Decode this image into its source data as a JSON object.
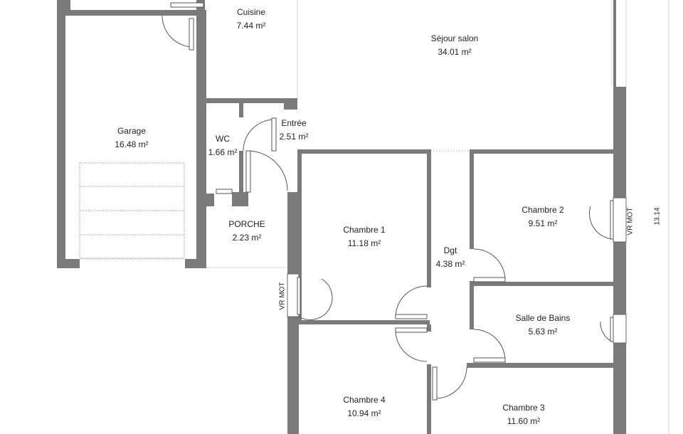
{
  "rooms": [
    {
      "name": "Cuisine",
      "area": "7.44 m²"
    },
    {
      "name": "Séjour salon",
      "area": "34.01 m²"
    },
    {
      "name": "Garage",
      "area": "16.48 m²"
    },
    {
      "name": "WC",
      "area": "1.66 m²"
    },
    {
      "name": "Entrée",
      "area": "2.51 m²"
    },
    {
      "name": "PORCHE",
      "area": "2.23 m²"
    },
    {
      "name": "Chambre 1",
      "area": "11.18 m²"
    },
    {
      "name": "Dgt",
      "area": "4.38 m²"
    },
    {
      "name": "Chambre 2",
      "area": "9.51 m²"
    },
    {
      "name": "Salle de Bains",
      "area": "5.63 m²"
    },
    {
      "name": "Chambre 4",
      "area": "10.94 m²"
    },
    {
      "name": "Chambre 3",
      "area": "11.60 m²"
    }
  ],
  "annotations": {
    "vr_mot_left": "VR MOT",
    "vr_mot_right": "VR MOT",
    "dimension": "13.14"
  }
}
